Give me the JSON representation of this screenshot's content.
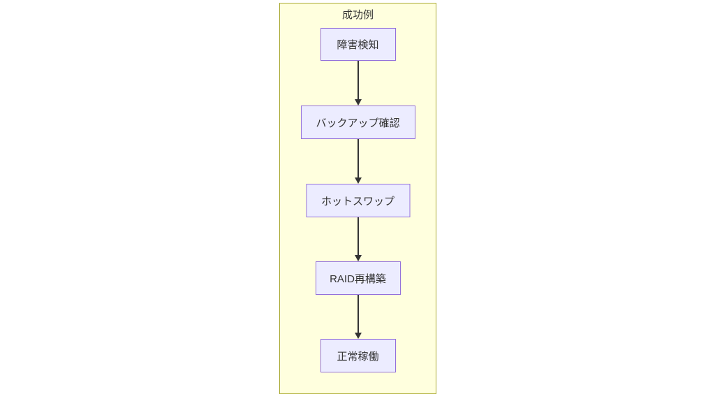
{
  "diagram": {
    "type": "flowchart",
    "direction": "top-down",
    "subgraph": {
      "title": "成功例"
    },
    "nodes": [
      {
        "label": "障害検知"
      },
      {
        "label": "バックアップ確認"
      },
      {
        "label": "ホットスワップ"
      },
      {
        "label": "RAID再構築"
      },
      {
        "label": "正常稼働"
      }
    ],
    "edges": [
      {
        "from": "障害検知",
        "to": "バックアップ確認"
      },
      {
        "from": "バックアップ確認",
        "to": "ホットスワップ"
      },
      {
        "from": "ホットスワップ",
        "to": "RAID再構築"
      },
      {
        "from": "RAID再構築",
        "to": "正常稼働"
      }
    ],
    "colors": {
      "canvas_background": "#ffffff",
      "subgraph_fill": "#ffffde",
      "subgraph_border": "#aaaa33",
      "node_fill": "#ececff",
      "node_border": "#9370db",
      "edge_color": "#333333",
      "text_color": "#333333"
    }
  }
}
